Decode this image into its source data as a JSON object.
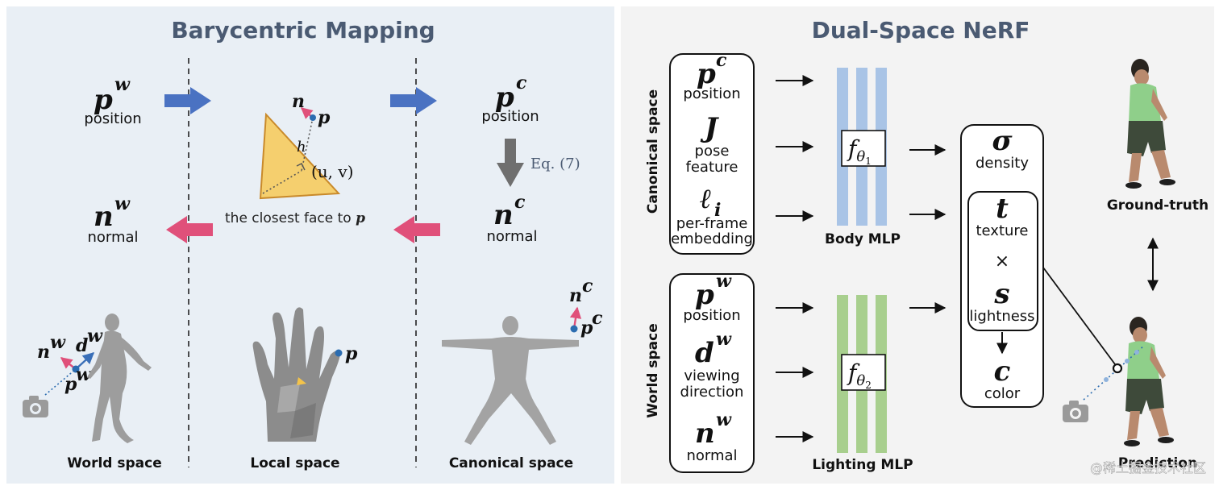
{
  "left_panel": {
    "title": "Barycentric Mapping",
    "pw": {
      "sym": "p",
      "sup": "w",
      "label": "position"
    },
    "pc": {
      "sym": "p",
      "sup": "c",
      "label": "position"
    },
    "nw": {
      "sym": "n",
      "sup": "w",
      "label": "normal"
    },
    "nc": {
      "sym": "n",
      "sup": "c",
      "label": "normal"
    },
    "eq": "Eq. (7)",
    "face_caption": "the closest face to",
    "face_caption_sym": "p",
    "tri_labels": {
      "n": "n",
      "p": "p",
      "h": "h",
      "uv": "(u, v)"
    },
    "world": {
      "caption": "World space",
      "nw": "n",
      "nw_sup": "w",
      "dw": "d",
      "dw_sup": "w",
      "pw": "p",
      "pw_sup": "w"
    },
    "local": {
      "caption": "Local space",
      "p": "p"
    },
    "canonical": {
      "caption": "Canonical space",
      "nc": "n",
      "nc_sup": "c",
      "pc": "p",
      "pc_sup": "c"
    }
  },
  "right_panel": {
    "title": "Dual-Space NeRF",
    "canonical_label": "Canonical space",
    "world_label": "World space",
    "canonical_inputs": [
      {
        "sym": "p",
        "sup": "c",
        "label1": "position",
        "label2": ""
      },
      {
        "sym": "J",
        "sup": "",
        "label1": "pose",
        "label2": "feature"
      },
      {
        "sym": "ℓ",
        "sub": "i",
        "sup": "",
        "label1": "per-frame",
        "label2": "embedding"
      }
    ],
    "world_inputs": [
      {
        "sym": "p",
        "sup": "w",
        "label1": "position",
        "label2": ""
      },
      {
        "sym": "d",
        "sup": "w",
        "label1": "viewing",
        "label2": "direction"
      },
      {
        "sym": "n",
        "sup": "w",
        "label1": "normal",
        "label2": ""
      }
    ],
    "body_mlp": {
      "label": "Body MLP",
      "fn": "f",
      "sub": "θ",
      "subsub": "1"
    },
    "lighting_mlp": {
      "label": "Lighting MLP",
      "fn": "f",
      "sub": "θ",
      "subsub": "2"
    },
    "outputs": {
      "sigma": {
        "sym": "σ",
        "label": "density"
      },
      "t": {
        "sym": "t",
        "label": "texture"
      },
      "times": "×",
      "s": {
        "sym": "s",
        "label": "lightness"
      },
      "c": {
        "sym": "c",
        "label": "color"
      }
    },
    "ground_truth": "Ground-truth",
    "prediction": "Prediction",
    "watermark": "@稀土掘金技术社区"
  },
  "colors": {
    "left_bg": "#e9eff5",
    "right_bg": "#f3f3f3",
    "blue_arrow": "#4a72c2",
    "pink_arrow": "#e0507a",
    "body_mlp": "#a9c4e6",
    "lighting_mlp": "#a8cf8e",
    "triangle": "#f5cf6e",
    "title": "#4a5a72"
  }
}
